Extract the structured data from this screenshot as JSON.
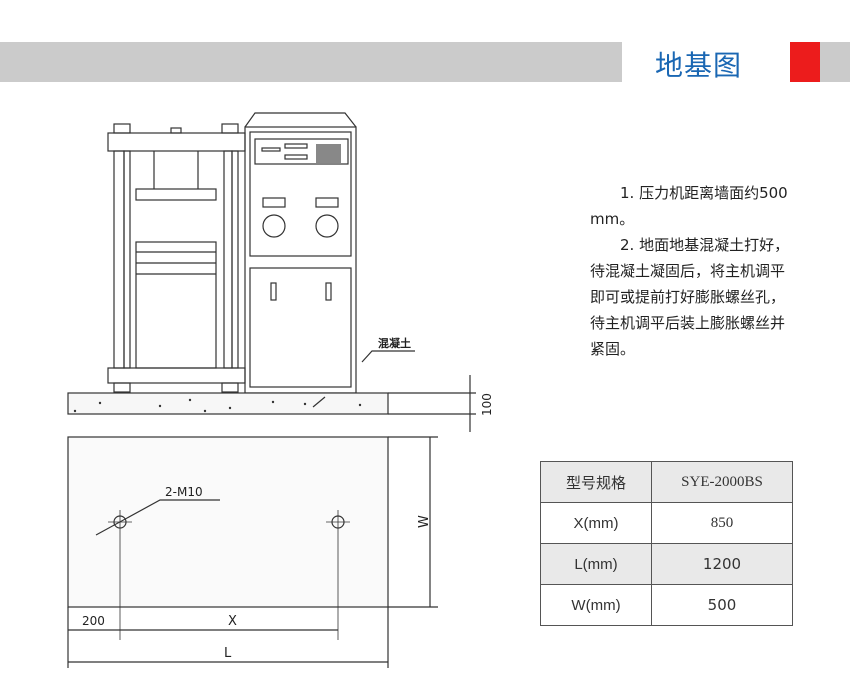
{
  "header": {
    "title": "地基图",
    "accent_color": "#ec1c1c",
    "title_color": "#1a67b3"
  },
  "notes": [
    "1. 压力机距离墙面约500 mm。",
    "2. 地面地基混凝土打好，待混凝土凝固后，将主机调平即可或提前打好膨胀螺丝孔，待主机调平后装上膨胀螺丝并紧固。"
  ],
  "drawing": {
    "concrete_label": "混凝土",
    "thickness": "100",
    "bolt_label": "2-M10",
    "w": "W",
    "offset": "200",
    "x": "X",
    "l": "L"
  },
  "table": {
    "header": [
      "型号规格",
      "SYE-2000BS"
    ],
    "rows": [
      [
        "X(mm)",
        "850"
      ],
      [
        "L(mm)",
        "1200"
      ],
      [
        "W(mm)",
        "500"
      ]
    ]
  }
}
